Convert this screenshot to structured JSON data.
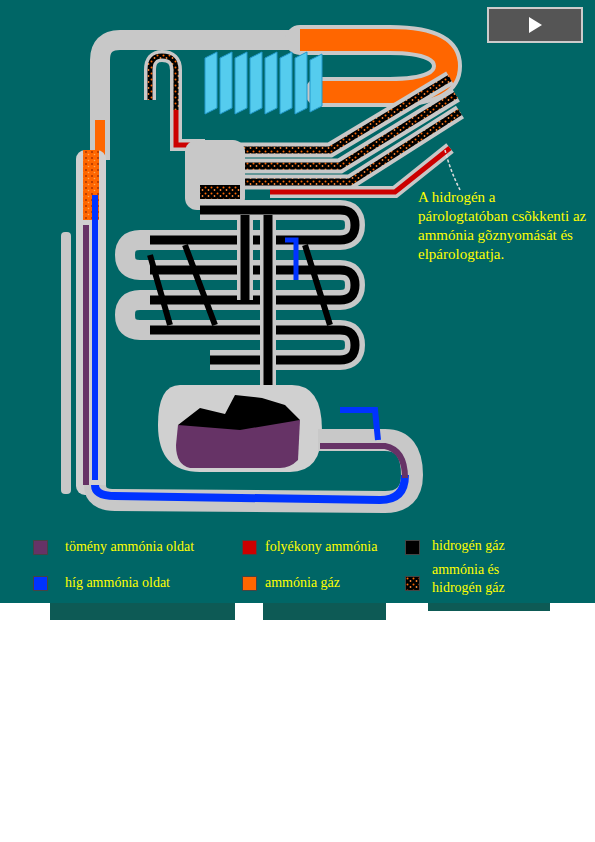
{
  "diagram": {
    "labels": [
      "A hidrogén a párologtatóban csõkkenti az ammónia gõznyomását és elpárologtatja."
    ],
    "legend": [
      {
        "text": "tömény ammónia oldat",
        "color": "#663366"
      },
      {
        "text": "folyékony ammónia",
        "color": "#cc0000"
      },
      {
        "text": "hidrogén gáz",
        "color": "#000000"
      },
      {
        "text": "híg ammónia oldat",
        "color": "#0033ff"
      },
      {
        "text": "ammónia gáz",
        "color": "#ff6600"
      },
      {
        "text": "ammónia és hidrogén gáz"
      }
    ]
  }
}
